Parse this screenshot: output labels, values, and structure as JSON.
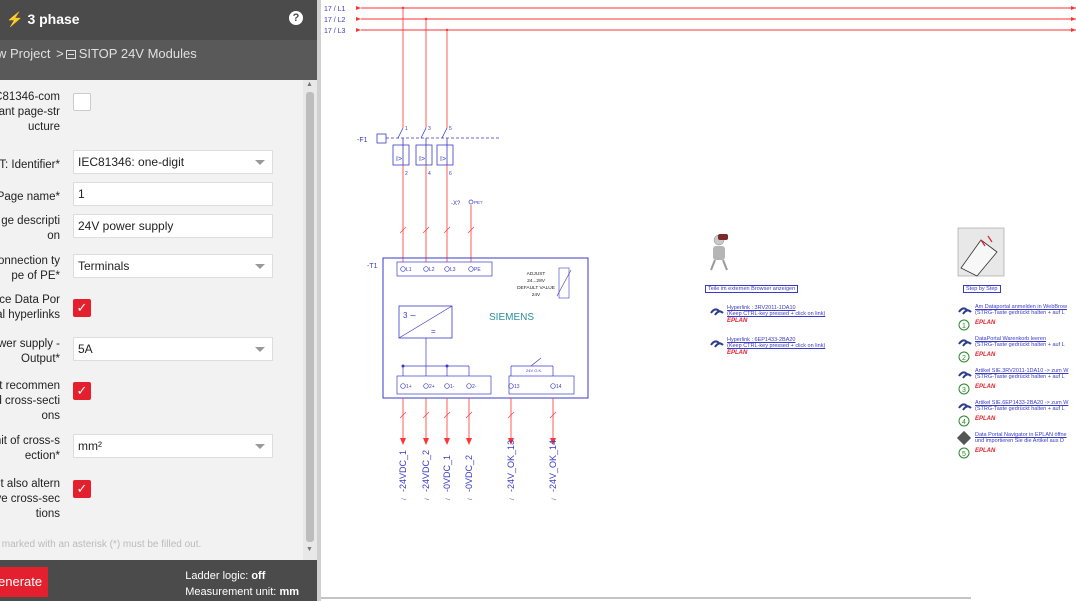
{
  "header": {
    "title": "3 phase",
    "help": "?"
  },
  "breadcrumb": {
    "project": "w Project",
    "separator": ">",
    "module": "SITOP 24V Modules"
  },
  "form": {
    "fields": [
      {
        "label_lines": [
          "EC81346-com",
          "ant page-str",
          "ucture"
        ],
        "type": "checkbox",
        "checked": false
      },
      {
        "label_lines": [
          "T: Identifier*"
        ],
        "type": "select",
        "value": "IEC81346: one-digit"
      },
      {
        "label_lines": [
          "Page name*"
        ],
        "type": "text",
        "value": "1"
      },
      {
        "label_lines": [
          "ge descripti",
          "on"
        ],
        "type": "text",
        "value": "24V power supply"
      },
      {
        "label_lines": [
          "onnection ty",
          "pe of PE*"
        ],
        "type": "select",
        "value": "Terminals"
      },
      {
        "label_lines": [
          "ace Data Por",
          "al hyperlinks"
        ],
        "type": "checkbox",
        "checked": true
      },
      {
        "label_lines": [
          "ower supply -",
          "Output*"
        ],
        "type": "select",
        "value": "5A"
      },
      {
        "label_lines": [
          "t recommen",
          "d cross-secti",
          "ons"
        ],
        "type": "checkbox",
        "checked": true
      },
      {
        "label_lines": [
          "nit of cross-s",
          "ection*"
        ],
        "type": "select",
        "value": "mm²"
      },
      {
        "label_lines": [
          "t also altern",
          "ve cross-sec",
          "tions"
        ],
        "type": "checkbox",
        "checked": true
      }
    ],
    "footnote": "s marked with an asterisk (*) must be filled out."
  },
  "footer": {
    "generate_label": "enerate",
    "ladder_label": "Ladder logic:",
    "ladder_value": "off",
    "unit_label": "Measurement unit:",
    "unit_value": "mm"
  },
  "schematic": {
    "phase_refs": [
      "17 / L1",
      "17 / L2",
      "17 / L3"
    ],
    "breaker_tag": "-F1",
    "breaker_terminals_top": [
      "1",
      "3",
      "5"
    ],
    "breaker_terminals_bottom": [
      "2",
      "4",
      "6"
    ],
    "connector_tag": "-X?",
    "connector_label": "PE?",
    "psu_tag": "-T1",
    "psu_inputs": [
      "L1",
      "L2",
      "L3",
      "PE"
    ],
    "psu_brand": "SIEMENS",
    "psu_adjust": [
      "ADJUST",
      "24...28V",
      "DEFAULT VALUE",
      "24V"
    ],
    "psu_outputs": [
      "1+",
      "2+",
      "1-",
      "2-",
      "13",
      "14"
    ],
    "output_signals": [
      "-24VDC_1",
      "-24VDC_2",
      "-0VDC_1",
      "-0VDC_2",
      "-24V_OK_13",
      "-24V_OK_14"
    ],
    "output_prefix": "/",
    "psu_contact_label": "24V O.K."
  },
  "cards": {
    "left": {
      "title": "Teile im externen Browser anzeigen",
      "links": [
        {
          "text": "Hyperlink : 3RV2011-1DA10",
          "sub": "(Keep CTRL-key pressed + click on link)"
        },
        {
          "text": "Hyperlink : 6EP1433-2BA20",
          "sub": "(Keep CTRL-key pressed + click on link)"
        }
      ],
      "eplan": "EPLAN"
    },
    "right": {
      "title": "Step by Step",
      "steps": [
        {
          "num": "1",
          "text": "Am Dataportal anmelden in WebBrow",
          "sub": "(STRG-Taste gedrückt halten + auf L"
        },
        {
          "num": "2",
          "text": "DataPortal Warenkorb leeren",
          "sub": "(STRG-Taste gedrückt halten + auf L"
        },
        {
          "num": "3",
          "text": "Artikel SIE.3RV2011-1DA10 -> zum W",
          "sub": "(STRG-Taste gedrückt halten + auf L"
        },
        {
          "num": "4",
          "text": "Artikel SIE.6EP1433-2BA20 -> zum W",
          "sub": "(STRG-Taste gedrückt halten + auf L"
        },
        {
          "num": "5",
          "text": "Data Portal Navigator in EPLAN öffne",
          "sub": "und importieren Sie die Artikel aus D"
        }
      ],
      "eplan": "EPLAN"
    }
  },
  "colors": {
    "accent": "#e5202e",
    "wire_red": "#ff3333",
    "schematic_blue": "#3a3ac8",
    "panel_dark": "#4b4b4b"
  }
}
